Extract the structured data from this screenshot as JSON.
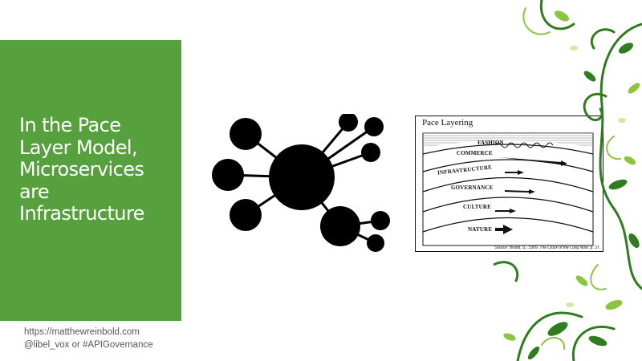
{
  "slide": {
    "title_lines": [
      "In the Pace",
      "Layer Model,",
      "Microservices",
      "are",
      "Infrastructure"
    ],
    "footer_url": "https://matthewreinbold.com",
    "footer_handle": "@libel_vox or #APIGovernance"
  },
  "pace_figure": {
    "title": "Pace Layering",
    "layers": [
      "FASHION",
      "COMMERCE",
      "INFRASTRUCTURE",
      "GOVERNANCE",
      "CULTURE",
      "NATURE"
    ],
    "source_prefix": "Source: Brand, S., 1999, ",
    "source_book": "The Clock of the Long Now",
    "source_suffix": ", p. 37."
  },
  "colors": {
    "panel": "#56a03e",
    "title_text": "#ffffff",
    "hub": "#000000",
    "vine_dark": "#2f7d1f",
    "vine_light": "#8cc63f"
  },
  "icons": [
    "hub-network-icon",
    "vine-decoration"
  ]
}
